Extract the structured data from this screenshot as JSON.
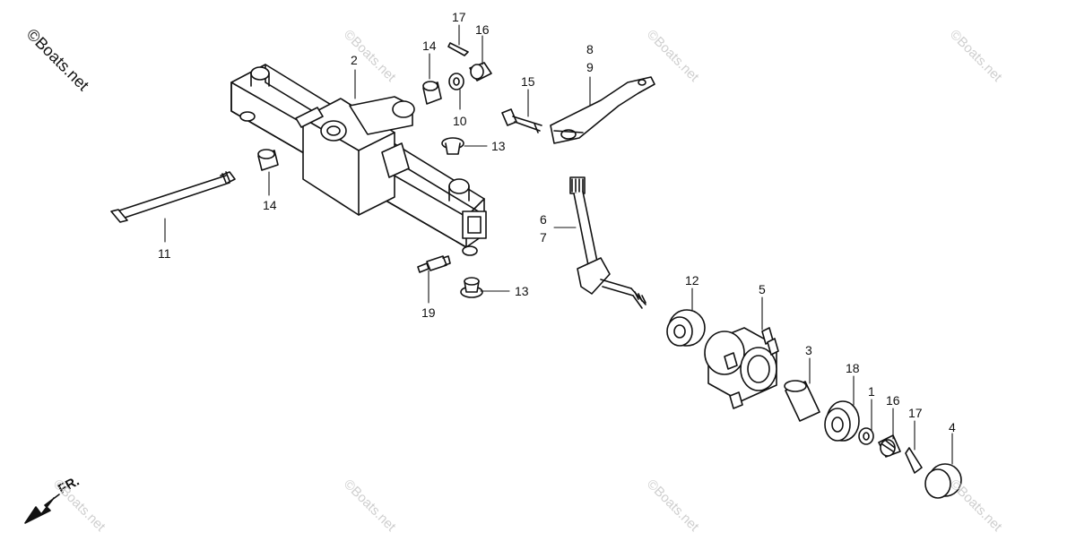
{
  "watermark": {
    "main": "©Boats.net",
    "faint": "©Boats.net"
  },
  "direction_label": "FR.",
  "callouts": {
    "n1": "1",
    "n2": "2",
    "n3": "3",
    "n4": "4",
    "n5": "5",
    "n6": "6",
    "n7": "7",
    "n8": "8",
    "n9": "9",
    "n10": "10",
    "n11": "11",
    "n12": "12",
    "n13a": "13",
    "n13b": "13",
    "n14a": "14",
    "n14b": "14",
    "n15": "15",
    "n16a": "16",
    "n16b": "16",
    "n17a": "17",
    "n17b": "17",
    "n18": "18",
    "n19": "19"
  },
  "colors": {
    "line": "#111111",
    "fill": "#ffffff",
    "watermark": "#cfcfcf"
  }
}
